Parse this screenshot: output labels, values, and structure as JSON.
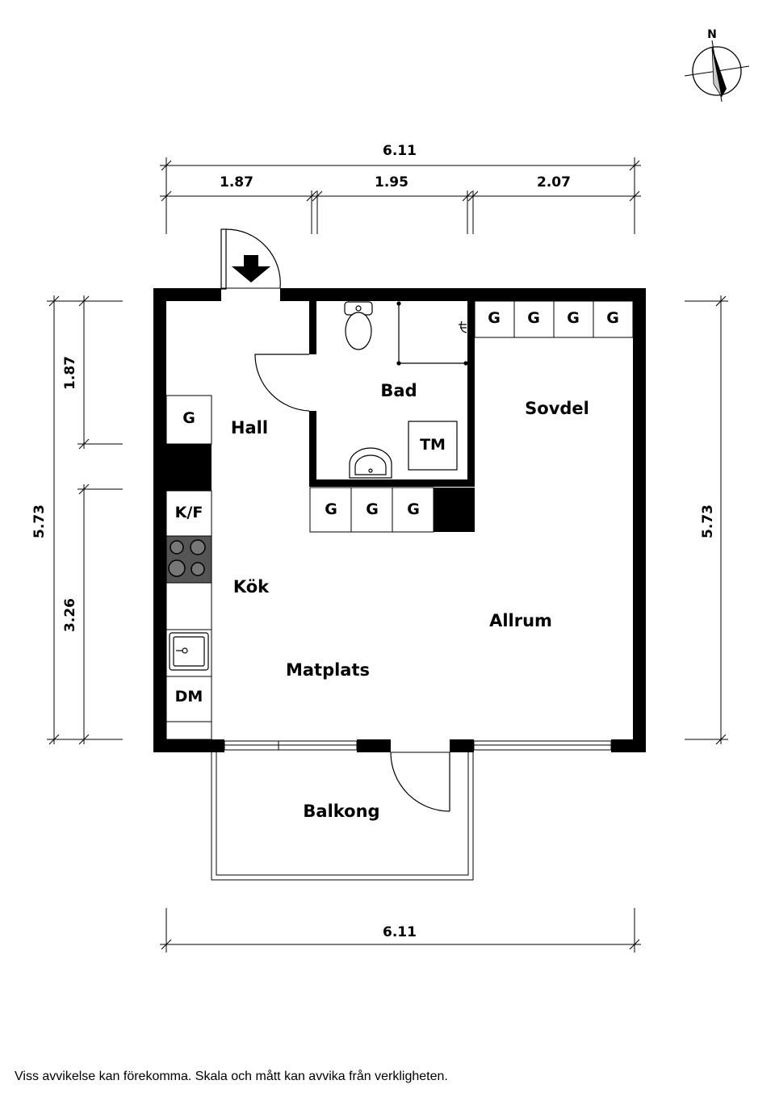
{
  "compass": {
    "label": "N",
    "icon": "compass-north-icon"
  },
  "dimensions": {
    "top_total": "6.11",
    "top_segments": [
      "1.87",
      "1.95",
      "2.07"
    ],
    "left_total": "5.73",
    "left_upper": "1.87",
    "left_lower": "3.26",
    "right_total": "5.73",
    "bottom_total": "6.11"
  },
  "rooms": {
    "bad": "Bad",
    "hall": "Hall",
    "sovdel": "Sovdel",
    "kok": "Kök",
    "matplats": "Matplats",
    "allrum": "Allrum",
    "balkong": "Balkong"
  },
  "fixtures": {
    "tm": "TM",
    "kf": "K/F",
    "dm": "DM",
    "wardrobe": "G"
  },
  "disclaimer": "Viss avvikelse kan förekomma. Skala och mått kan avvika från verkligheten."
}
